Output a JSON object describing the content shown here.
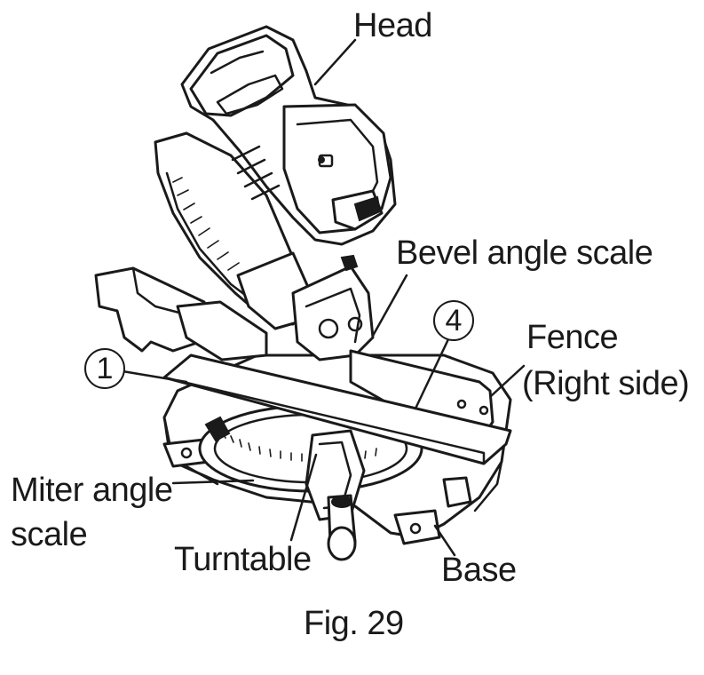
{
  "labels": {
    "head": "Head",
    "bevel_angle_scale": "Bevel angle scale",
    "fence_line1": "Fence",
    "fence_line2": "(Right side)",
    "miter_line1": "Miter angle",
    "miter_line2": "scale",
    "turntable": "Turntable",
    "base": "Base",
    "callout_1": "1",
    "callout_4": "4"
  },
  "caption": "Fig. 29"
}
